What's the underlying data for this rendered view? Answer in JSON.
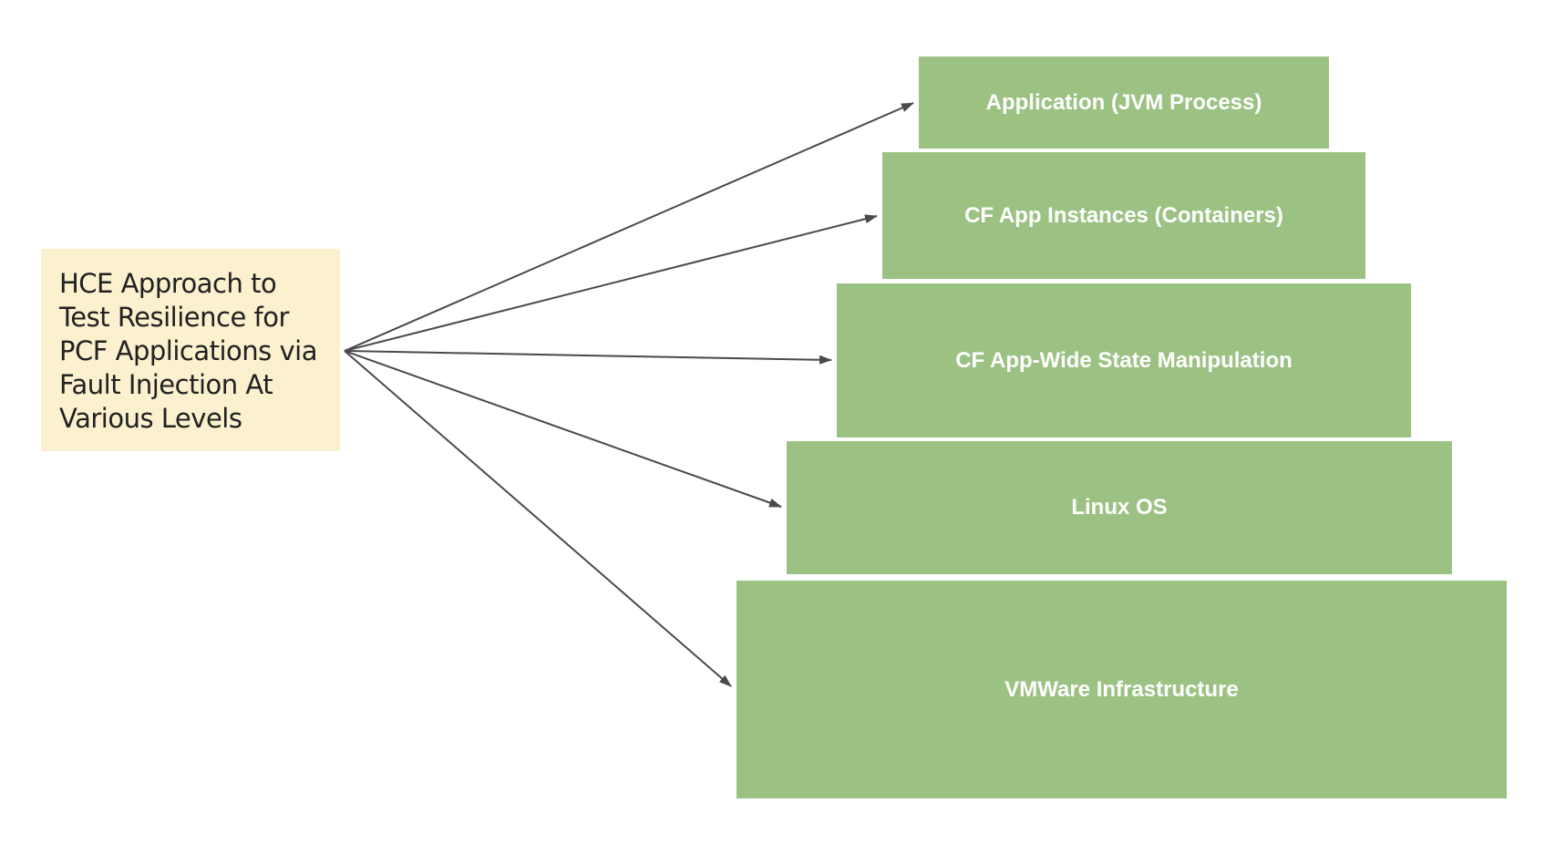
{
  "note": {
    "lines": [
      "HCE Approach to",
      "Test Resilience for",
      "PCF Applications via",
      "Fault Injection At",
      "Various Levels"
    ]
  },
  "levels": [
    {
      "id": "application",
      "label": "Application (JVM Process)"
    },
    {
      "id": "cf-app-instances",
      "label": "CF App Instances (Containers)"
    },
    {
      "id": "cf-app-wide-state",
      "label": "CF App-Wide State Manipulation"
    },
    {
      "id": "linux-os",
      "label": "Linux OS"
    },
    {
      "id": "vmware-infra",
      "label": "VMWare Infrastructure"
    }
  ],
  "colors": {
    "level_fill": "#9CC283",
    "note_fill": "#FBF1CE",
    "note_text": "#212121",
    "level_text": "#FFFFFF",
    "arrow": "#4A4A4A",
    "background": "#FFFFFF"
  }
}
